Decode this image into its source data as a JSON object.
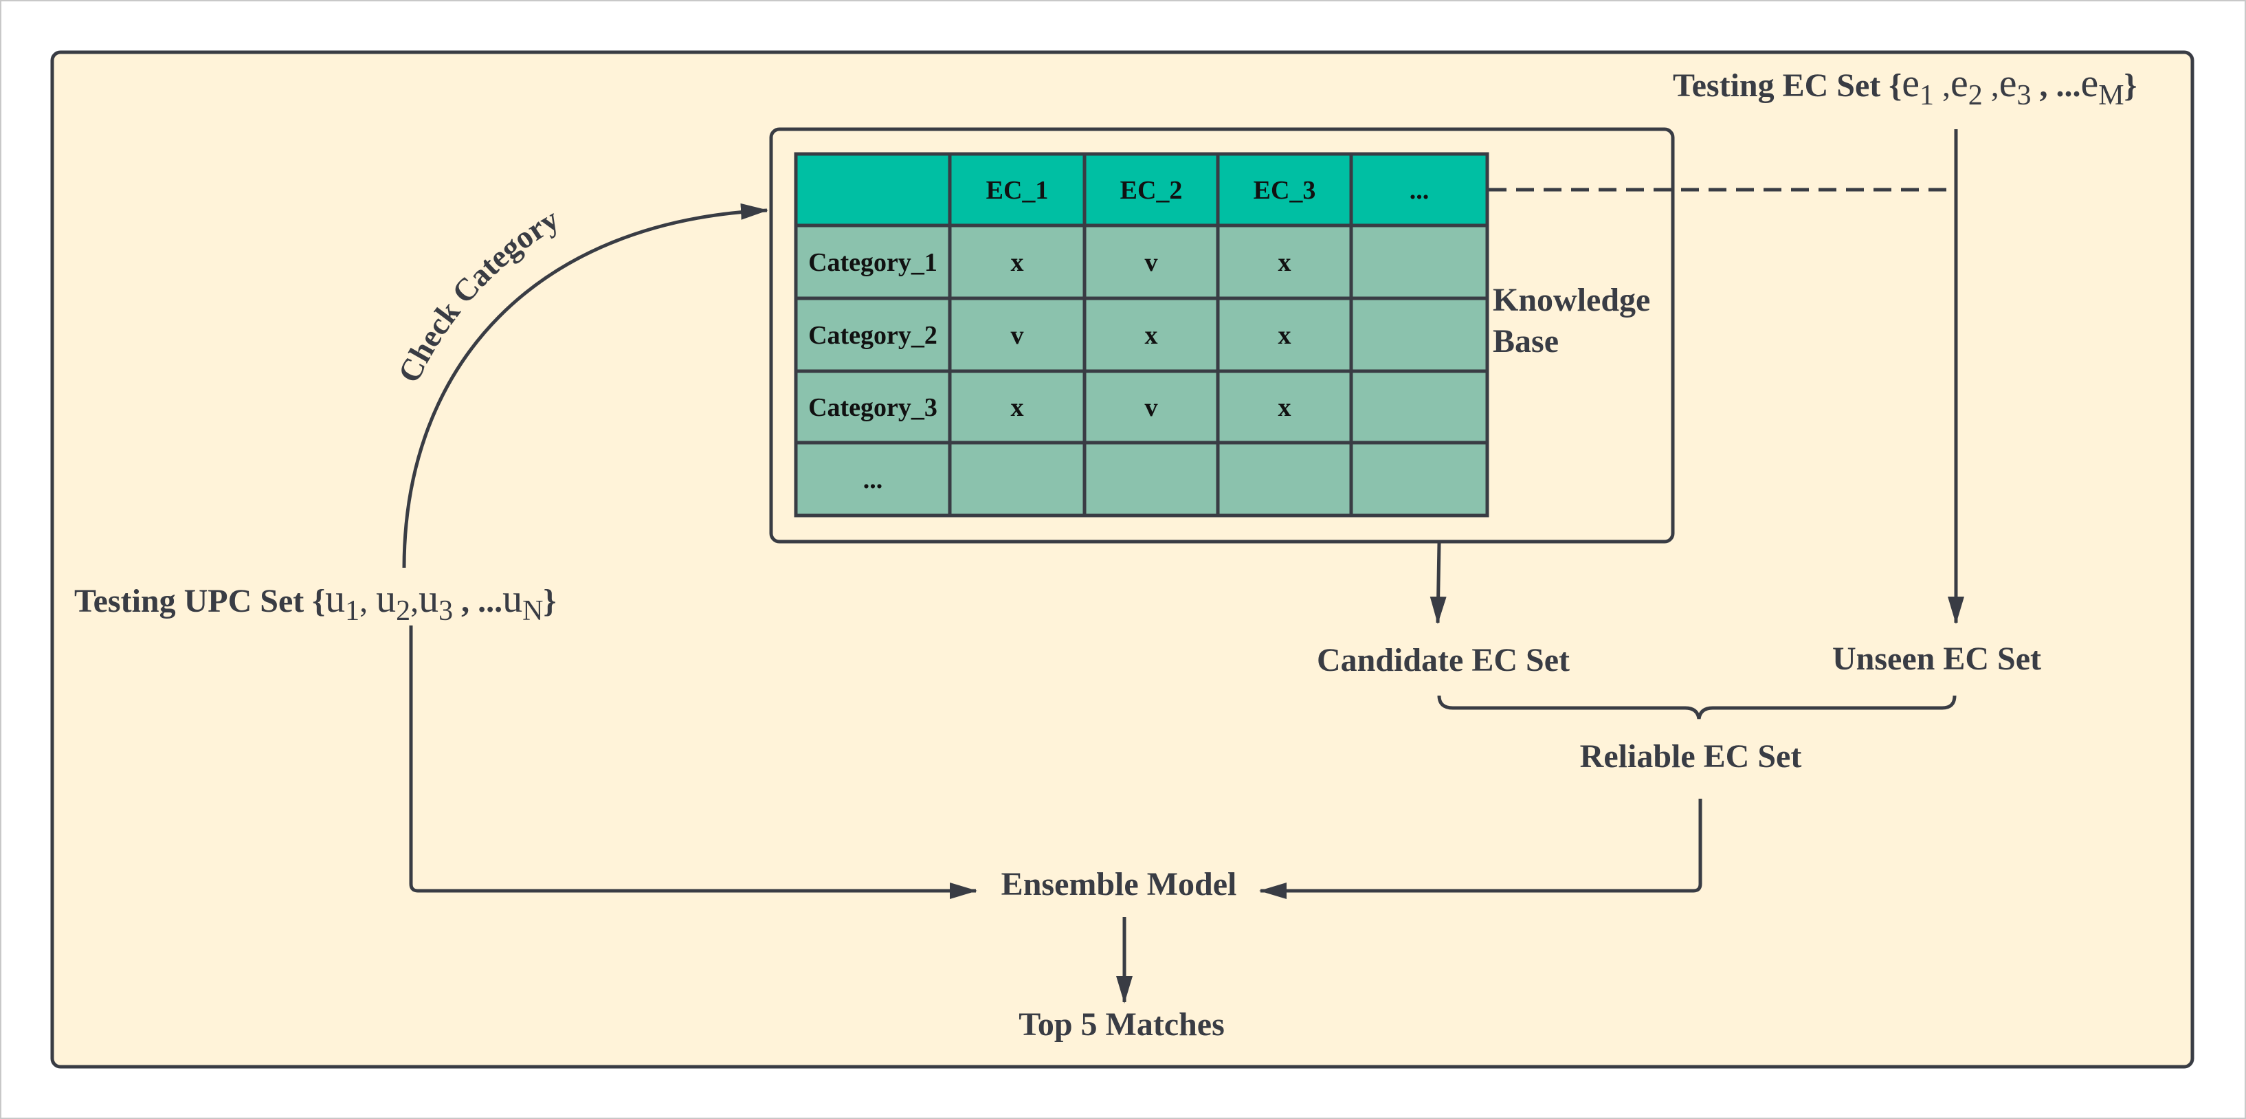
{
  "colors": {
    "panel_fill": "#fff3d9",
    "stroke": "#393c44",
    "header_fill": "#00bfa3",
    "body_fill": "#8bc2ad"
  },
  "labels": {
    "check_category": "Check Category",
    "knowledge_base_line1": "Knowledge",
    "knowledge_base_line2": "Base",
    "candidate_set": "Candidate EC Set",
    "unseen_set": "Unseen EC Set",
    "reliable_set": "Reliable EC Set",
    "ensemble_model": "Ensemble Model",
    "top_matches": "Top 5 Matches"
  },
  "testing_ec_set": {
    "prefix": "Testing EC Set {",
    "items": [
      "e",
      "1",
      " ,",
      "e",
      "2",
      " ,",
      "e",
      "3",
      " , ...",
      "e",
      "M",
      "}"
    ]
  },
  "testing_upc_set": {
    "prefix": "Testing UPC Set {",
    "items": [
      "u",
      "1",
      ", ",
      "u",
      "2",
      ",",
      "u",
      "3",
      " , ...",
      "u",
      "N",
      "}"
    ]
  },
  "knowledge_table": {
    "headers": [
      "",
      "EC_1",
      "EC_2",
      "EC_3",
      "..."
    ],
    "rows": [
      [
        "Category_1",
        "x",
        "v",
        "x",
        ""
      ],
      [
        "Category_2",
        "v",
        "x",
        "x",
        ""
      ],
      [
        "Category_3",
        "x",
        "v",
        "x",
        ""
      ],
      [
        "...",
        "",
        "",
        "",
        ""
      ]
    ]
  }
}
